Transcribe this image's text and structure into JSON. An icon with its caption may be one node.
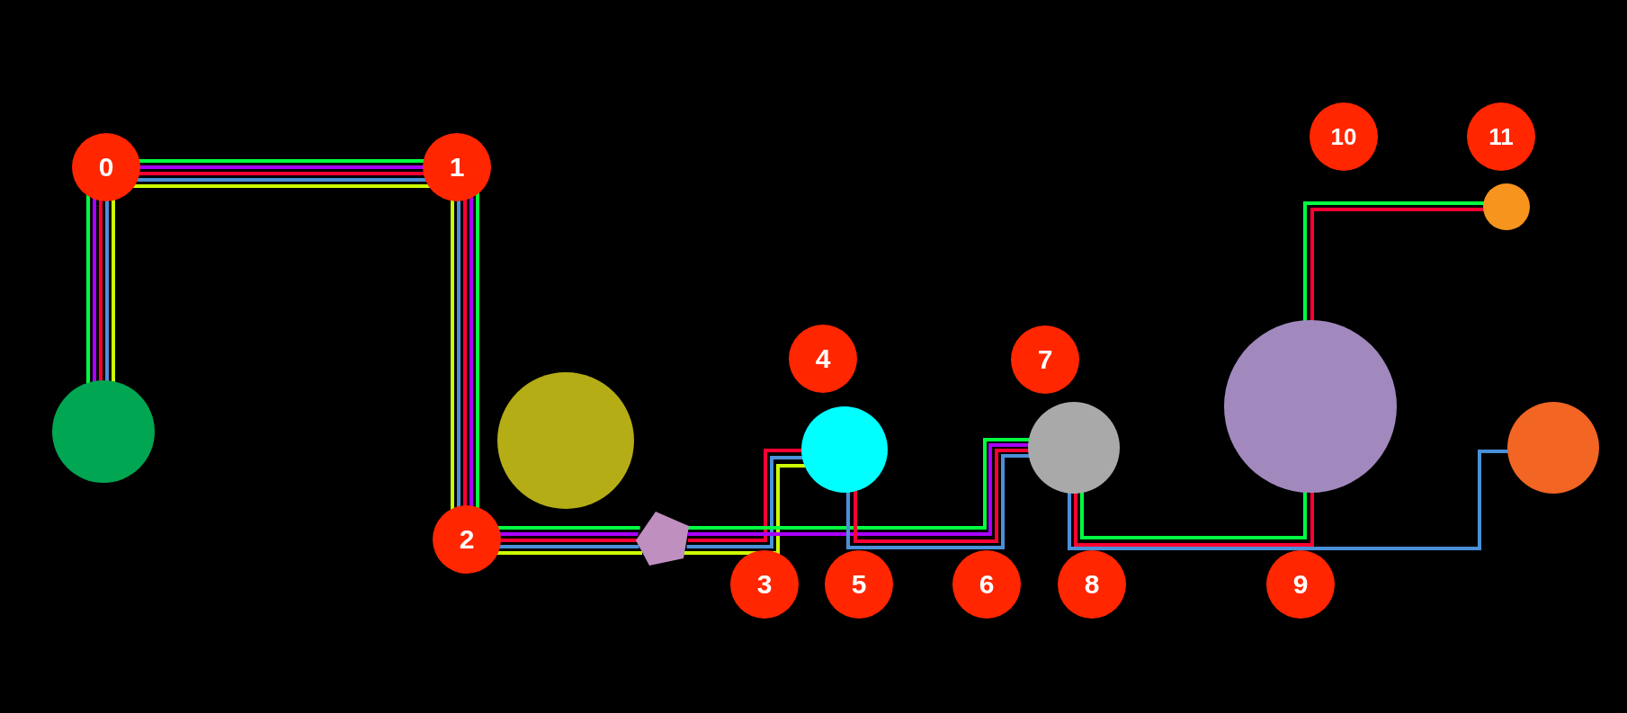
{
  "diagram": {
    "nodes": [
      {
        "text": [
          "0"
        ]
      },
      {
        "text": [
          "1"
        ]
      },
      {
        "text": [
          "2"
        ]
      },
      {
        "text": [
          "3"
        ]
      },
      {
        "text": [
          "4"
        ]
      },
      {
        "text": [
          "5"
        ]
      },
      {
        "text": [
          "6"
        ]
      },
      {
        "text": [
          "7"
        ]
      },
      {
        "text": [
          "8"
        ]
      },
      {
        "text": [
          "9"
        ]
      },
      {
        "text": [
          "10"
        ]
      },
      {
        "text": [
          "11"
        ]
      },
      {
        "text": [],
        "shape": "circle"
      },
      {
        "text": [],
        "shape": "circle"
      },
      {
        "text": [],
        "shape": "pentagon"
      },
      {
        "text": [],
        "shape": "circle"
      },
      {
        "text": [],
        "shape": "circle"
      },
      {
        "text": [],
        "shape": "circle"
      },
      {
        "text": [],
        "shape": "circle"
      },
      {
        "text": [],
        "shape": "circle"
      }
    ],
    "edges": [
      {
        "from": 12,
        "to": 0,
        "arrow": "none",
        "color": "#00ff40"
      },
      {
        "from": 12,
        "to": 0,
        "arrow": "none",
        "color": "#aa00ff"
      },
      {
        "from": 12,
        "to": 0,
        "arrow": "none",
        "color": "#ff0033"
      },
      {
        "from": 12,
        "to": 0,
        "arrow": "none",
        "color": "#4a90d9"
      },
      {
        "from": 12,
        "to": 0,
        "arrow": "none",
        "color": "#ccff00"
      },
      {
        "from": 0,
        "to": 1,
        "arrow": "none",
        "color": "#00ff40"
      },
      {
        "from": 0,
        "to": 1,
        "arrow": "none",
        "color": "#aa00ff"
      },
      {
        "from": 0,
        "to": 1,
        "arrow": "none",
        "color": "#ff0033"
      },
      {
        "from": 0,
        "to": 1,
        "arrow": "none",
        "color": "#4a90d9"
      },
      {
        "from": 0,
        "to": 1,
        "arrow": "none",
        "color": "#ccff00"
      },
      {
        "from": 1,
        "to": 2,
        "arrow": "none",
        "color": "#00ff40"
      },
      {
        "from": 1,
        "to": 2,
        "arrow": "none",
        "color": "#aa00ff"
      },
      {
        "from": 1,
        "to": 2,
        "arrow": "none",
        "color": "#ff0033"
      },
      {
        "from": 1,
        "to": 2,
        "arrow": "none",
        "color": "#4a90d9"
      },
      {
        "from": 1,
        "to": 2,
        "arrow": "none",
        "color": "#ccff00"
      },
      {
        "from": 2,
        "to": 14,
        "arrow": "none",
        "color": "#00ff40"
      },
      {
        "from": 2,
        "to": 14,
        "arrow": "none",
        "color": "#aa00ff"
      },
      {
        "from": 2,
        "to": 14,
        "arrow": "none",
        "color": "#ff0033"
      },
      {
        "from": 2,
        "to": 14,
        "arrow": "none",
        "color": "#4a90d9"
      },
      {
        "from": 2,
        "to": 14,
        "arrow": "none",
        "color": "#ccff00"
      },
      {
        "from": 14,
        "to": 15,
        "arrow": "none",
        "color": "#ff0033"
      },
      {
        "from": 14,
        "to": 15,
        "arrow": "none",
        "color": "#4a90d9"
      },
      {
        "from": 14,
        "to": 15,
        "arrow": "none",
        "color": "#ccff00"
      },
      {
        "from": 14,
        "to": 16,
        "arrow": "none",
        "color": "#00ff40"
      },
      {
        "from": 14,
        "to": 16,
        "arrow": "none",
        "color": "#aa00ff"
      },
      {
        "from": 15,
        "to": 16,
        "arrow": "none",
        "color": "#ff0033"
      },
      {
        "from": 15,
        "to": 16,
        "arrow": "none",
        "color": "#4a90d9"
      },
      {
        "from": 16,
        "to": 17,
        "arrow": "none",
        "color": "#00ff40"
      },
      {
        "from": 16,
        "to": 17,
        "arrow": "none",
        "color": "#ff0033"
      },
      {
        "from": 16,
        "to": 19,
        "arrow": "none",
        "color": "#4a90d9"
      },
      {
        "from": 17,
        "to": 18,
        "arrow": "none",
        "color": "#00ff40"
      },
      {
        "from": 17,
        "to": 18,
        "arrow": "none",
        "color": "#ff0033"
      }
    ]
  }
}
